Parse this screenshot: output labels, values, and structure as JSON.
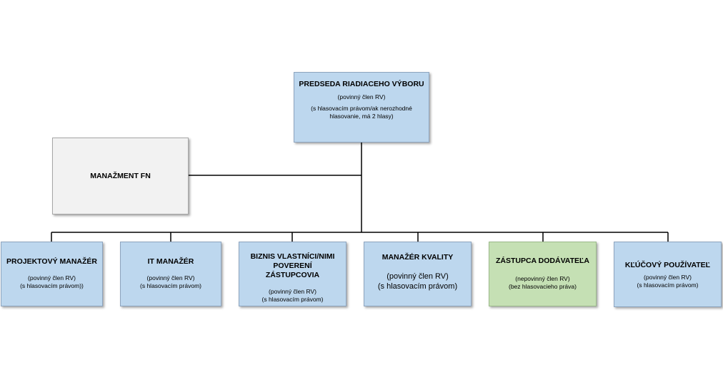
{
  "chair": {
    "title": "PREDSEDA RIADIACEHO VÝBORU",
    "line1": "(povinný člen RV)",
    "line2": "(s hlasovacím právom/ak nerozhodné hlasovanie, má 2 hlasy)"
  },
  "management": {
    "title": "MANAŽMENT FN"
  },
  "members": [
    {
      "title": "PROJEKTOVÝ MANAŽÉR",
      "line1": "(povinný člen RV)",
      "line2": "(s hlasovacím právom))"
    },
    {
      "title": "IT MANAŽÉR",
      "line1": "(povinný člen RV)",
      "line2": "(s hlasovacím právom)"
    },
    {
      "title": "BIZNIS VLASTNÍCI/NIMI POVERENÍ ZÁSTUPCOVIA",
      "line1": "(povinný člen RV)",
      "line2": "(s hlasovacím právom)"
    },
    {
      "title": "MANAŽÉR KVALITY",
      "line1": "(povinný člen RV)",
      "line2": "(s hlasovacím právom)"
    },
    {
      "title": "ZÁSTUPCA DODÁVATEĽA",
      "line1": "(nepovinný člen RV)",
      "line2": "(bez hlasovacieho práva)"
    },
    {
      "title": "KĽÚČOVÝ POUŽÍVATEĽ",
      "line1": "(povinný člen RV)",
      "line2": "(s hlasovacím právom)"
    }
  ],
  "colors": {
    "member_fill": "#bdd7ee",
    "supplier_fill": "#c5e0b4",
    "management_fill": "#f2f2f2",
    "connector": "#000000"
  }
}
